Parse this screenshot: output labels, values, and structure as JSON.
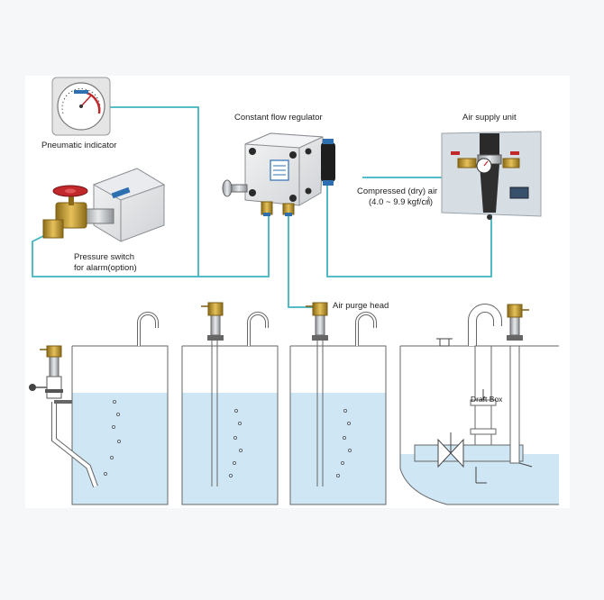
{
  "labels": {
    "pneumatic_indicator": "Pneumatic indicator",
    "constant_flow_regulator": "Constant flow regulator",
    "air_supply_unit": "Air supply unit",
    "compressed_air_line1": "Compressed (dry) air",
    "compressed_air_line2": "(4.0 ~ 9.9 kgf/㎠)",
    "pressure_switch_line1": "Pressure switch",
    "pressure_switch_line2": "for alarm(option)",
    "air_purge_head": "Air purge head",
    "draft_box": "Draft Box"
  },
  "colors": {
    "connector_line": "#3fb3bf",
    "liquid": "#cfe6f5",
    "tank_outline": "#666666",
    "valve_red": "#c0282c",
    "brass": "#c9a233"
  }
}
